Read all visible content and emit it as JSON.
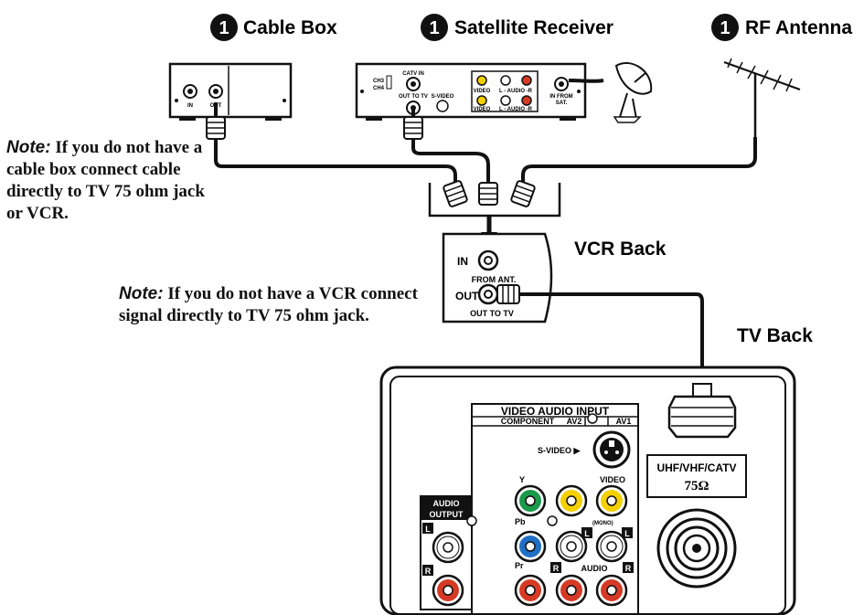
{
  "sources": {
    "badge_number": "1",
    "cable_box": "Cable Box",
    "satellite_receiver": "Satellite Receiver",
    "rf_antenna": "RF Antenna"
  },
  "cable_box_panel": {
    "in": "IN",
    "out": "OUT"
  },
  "satellite_panel": {
    "ch3": "CH3",
    "ch4": "CH4",
    "catv_in": "CATV IN",
    "out_to_tv": "OUT TO TV",
    "s_video": "S-VIDEO",
    "video_top": "VIDEO",
    "audio_top": "L - AUDIO -R",
    "video_bottom": "VIDEO",
    "audio_bottom": "L - AUDIO -R",
    "in_from_sat": "IN FROM",
    "sat": "SAT."
  },
  "notes": {
    "cable": {
      "head": "Note:",
      "body": " If you do not have a cable box connect cable directly to TV 75 ohm jack or VCR."
    },
    "vcr": {
      "head": "Note:",
      "body": " If you do not have a VCR connect signal directly to TV 75 ohm jack."
    }
  },
  "vcr": {
    "label": "VCR Back",
    "in": "IN",
    "from_ant": "FROM ANT.",
    "out": "OUT",
    "out_to_tv": "OUT TO TV"
  },
  "tv": {
    "label": "TV Back",
    "video_audio_input": "VIDEO AUDIO INPUT",
    "component": "COMPONENT",
    "av2": "AV2",
    "av1": "AV1",
    "s_video": "S-VIDEO ▶",
    "y": "Y",
    "pb": "Pb",
    "pr": "Pr",
    "video": "VIDEO",
    "mono": "(MONO)",
    "audio": "AUDIO",
    "l": "L",
    "r": "R",
    "audio_output_1": "AUDIO",
    "audio_output_2": "OUTPUT",
    "uhf": "UHF/VHF/CATV",
    "ohm": "75Ω"
  },
  "colors": {
    "green": "#1a9a4a",
    "blue": "#1f6fc4",
    "yellow": "#f5d000",
    "red": "#d63a24",
    "line": "#111111"
  }
}
